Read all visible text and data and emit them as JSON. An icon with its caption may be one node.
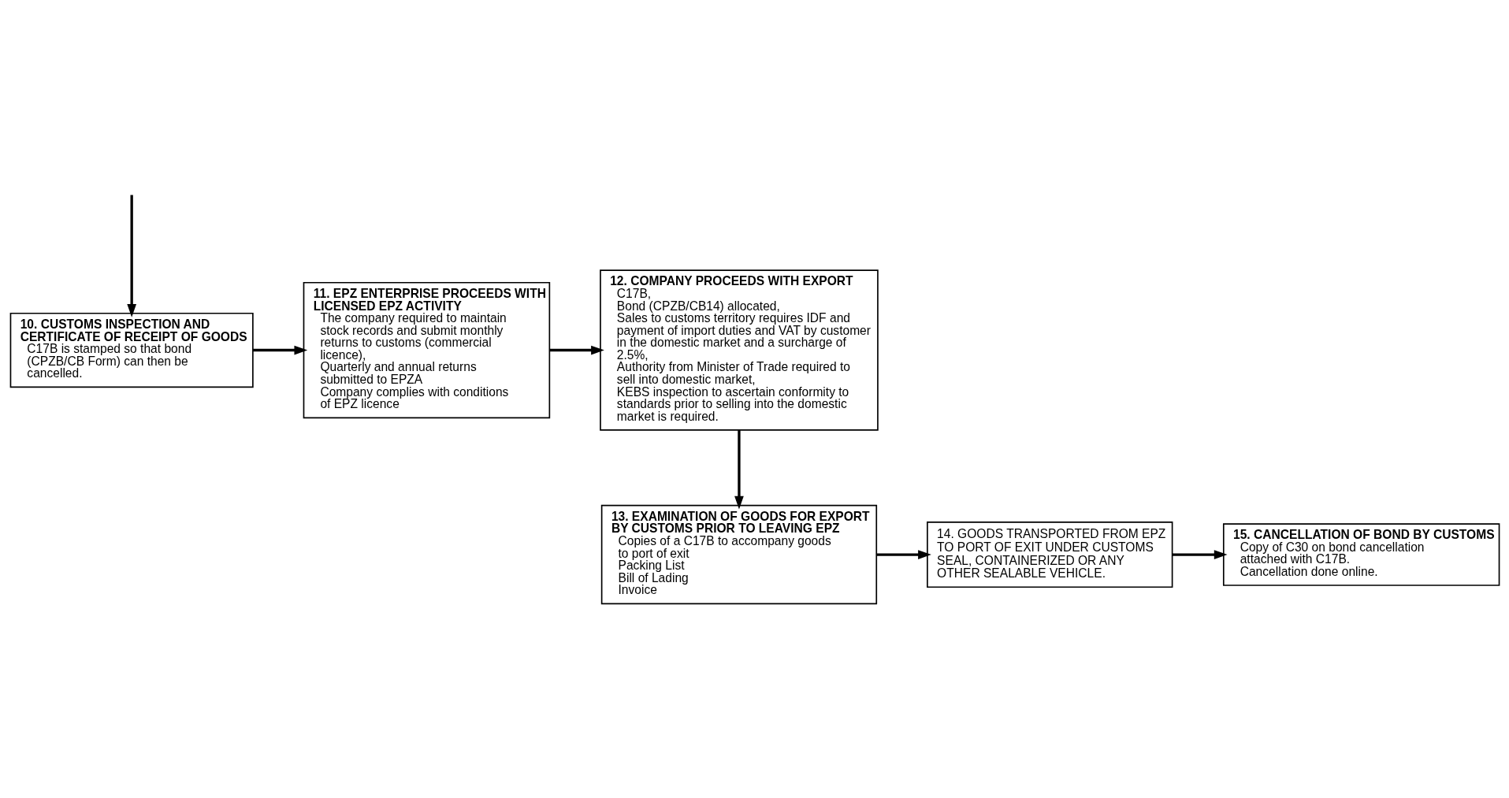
{
  "diagram": {
    "nodes": [
      {
        "text": [
          "12. COMPANY PROCEEDS WITH EXPORT",
          "C17B,",
          "Bond (CPZB/CB14) allocated,",
          "Sales to customs territory requires IDF and payment of import duties and VAT by customer in the domestic market and a surcharge of 2.5%,",
          "Authority from Minister of Trade required to sell into domestic market,",
          "KEBS inspection to ascertain conformity to standards prior to selling into the domestic market is required."
        ]
      },
      {
        "text": [
          "11. EPZ ENTERPRISE PROCEEDS WITH LICENSED EPZ ACTIVITY",
          "The company required to maintain stock records and submit monthly returns to customs (commercial licence),",
          "Quarterly and annual returns submitted to EPZA",
          "Company complies with conditions of EPZ licence"
        ]
      },
      {
        "text": [
          "10. CUSTOMS INSPECTION AND CERTIFICATE OF RECEIPT OF GOODS",
          "C17B is stamped so that bond (CPZB/CB Form) can then be cancelled."
        ]
      },
      {
        "text": [
          "13. EXAMINATION OF GOODS FOR EXPORT BY CUSTOMS PRIOR TO LEAVING EPZ",
          "Copies of a C17B to accompany goods to port of exit",
          "Packing List",
          "Bill of Lading",
          "Invoice"
        ]
      },
      {
        "text": [
          "14. GOODS TRANSPORTED FROM EPZ TO PORT OF EXIT UNDER CUSTOMS SEAL, CONTAINERIZED OR ANY OTHER SEALABLE VEHICLE."
        ]
      },
      {
        "text": [
          "15. CANCELLATION OF BOND BY CUSTOMS",
          "Copy of C30 on bond cancellation attached with C17B.",
          "Cancellation done online."
        ]
      }
    ],
    "edges": [
      {
        "from": null,
        "to": 2,
        "arrow": "to"
      },
      {
        "from": 2,
        "to": 1,
        "arrow": "to"
      },
      {
        "from": 1,
        "to": 0,
        "arrow": "to"
      },
      {
        "from": 0,
        "to": 3,
        "arrow": "to"
      },
      {
        "from": 3,
        "to": 4,
        "arrow": "to"
      },
      {
        "from": 4,
        "to": 5,
        "arrow": "to"
      }
    ]
  }
}
